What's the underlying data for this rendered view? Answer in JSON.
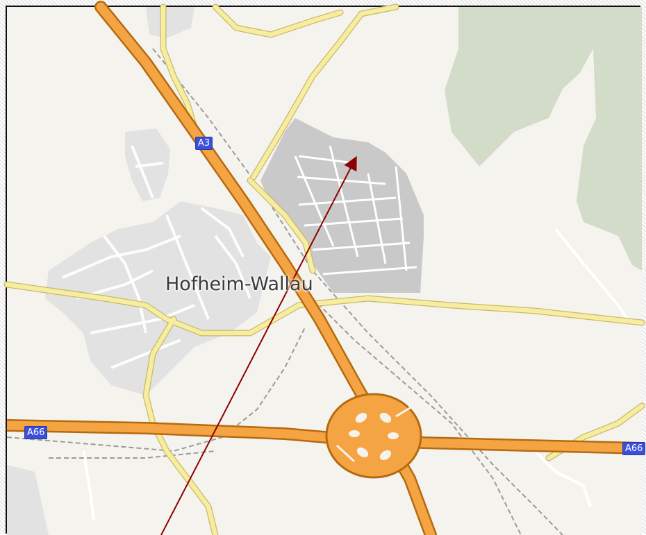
{
  "map": {
    "place_label": "Hofheim-Wallau",
    "shields": {
      "a3": "A3",
      "a66_west": "A66",
      "a66_east": "A66"
    },
    "colors": {
      "background": "#f5f3ee",
      "forest": "#d3dcc9",
      "built_up": "#c9c9c9",
      "residential_area": "#e2e2e2",
      "motorway": "#f5a443",
      "motorway_casing": "#b46a0f",
      "secondary_road": "#f7eda0",
      "minor_road": "#ffffff",
      "railway": "#9a9a9a",
      "arrow": "#8b0000",
      "shield": "#3b4fd8"
    }
  }
}
